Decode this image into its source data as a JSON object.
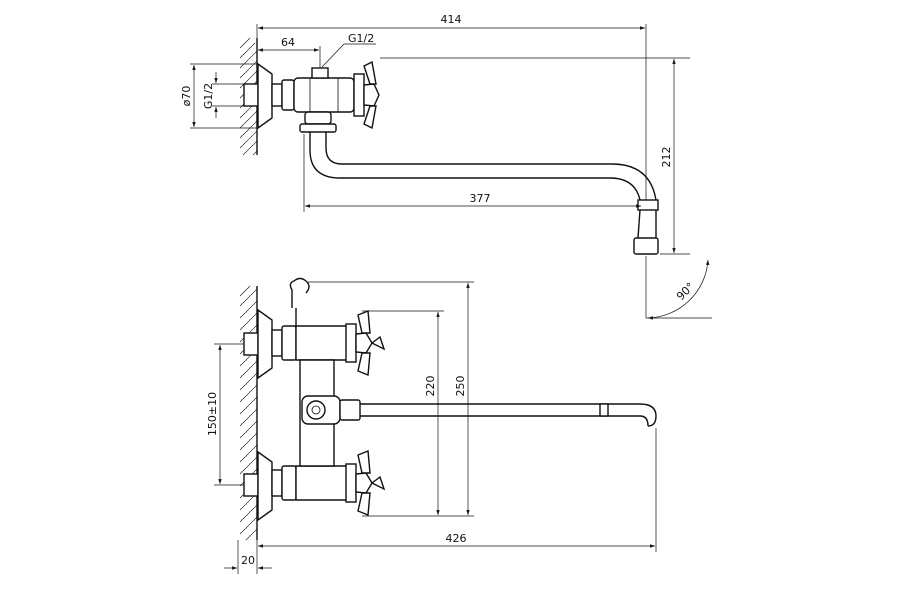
{
  "dimensions": {
    "top_total_width": "414",
    "top_wall_offset": "64",
    "top_inlet_thread": "G1/2",
    "top_flange_diameter": "ø70",
    "top_flange_thread": "G1/2",
    "top_height": "212",
    "top_spout_reach": "377",
    "swivel_angle": "90°",
    "front_body_height": "220",
    "front_total_height": "250",
    "front_inlet_spacing": "150±10",
    "front_spout_length": "426",
    "front_wall_gap": "20"
  }
}
